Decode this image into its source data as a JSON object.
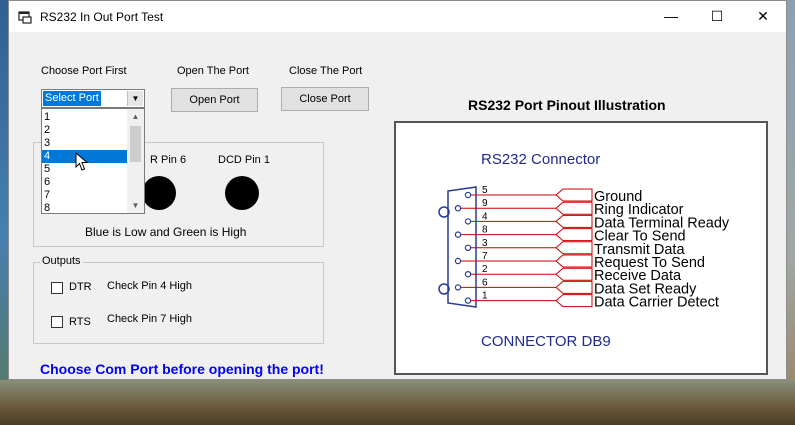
{
  "window": {
    "title": "RS232 In Out Port Test",
    "minimize_glyph": "—",
    "maximize_glyph": "☐",
    "close_glyph": "✕"
  },
  "port": {
    "choose_label": "Choose Port First",
    "selected": "Select Port",
    "options": [
      "1",
      "2",
      "3",
      "4",
      "5",
      "6",
      "7",
      "8"
    ],
    "highlighted_index": 3
  },
  "open": {
    "label": "Open The Port",
    "button": "Open Port"
  },
  "close": {
    "label": "Close The Port",
    "button": "Close Port"
  },
  "inputs": {
    "pin_labels": [
      "R Pin 6",
      "DCD Pin 1"
    ],
    "note": "Blue is Low and Green is High"
  },
  "outputs": {
    "title": "Outputs",
    "items": [
      {
        "name": "DTR",
        "label": "Check Pin 4 High",
        "checked": false
      },
      {
        "name": "RTS",
        "label": "Check Pin 7 High",
        "checked": false
      }
    ]
  },
  "hint": "Choose Com Port before opening the port!",
  "diagram": {
    "title": "RS232 Port Pinout Illustration",
    "connector_label": "RS232 Connector",
    "footer_label": "CONNECTOR DB9",
    "pins": [
      {
        "number": "5",
        "signal": "Ground"
      },
      {
        "number": "9",
        "signal": "Ring Indicator"
      },
      {
        "number": "4",
        "signal": "Data Terminal Ready"
      },
      {
        "number": "8",
        "signal": "Clear To Send"
      },
      {
        "number": "3",
        "signal": "Transmit Data"
      },
      {
        "number": "7",
        "signal": "Request To Send"
      },
      {
        "number": "2",
        "signal": "Receive Data"
      },
      {
        "number": "6",
        "signal": "Data Set Ready"
      },
      {
        "number": "1",
        "signal": "Data Carrier Detect"
      }
    ],
    "colors": {
      "wire": "#cc0000",
      "text": "#1f2a8a",
      "shell": "#2a3a9a"
    }
  },
  "icons": {
    "app": "app-window-icon",
    "dropdown": "chevron-down-icon",
    "scroll_up": "scroll-up-icon",
    "scroll_down": "scroll-down-icon",
    "pointer": "mouse-pointer-icon"
  }
}
